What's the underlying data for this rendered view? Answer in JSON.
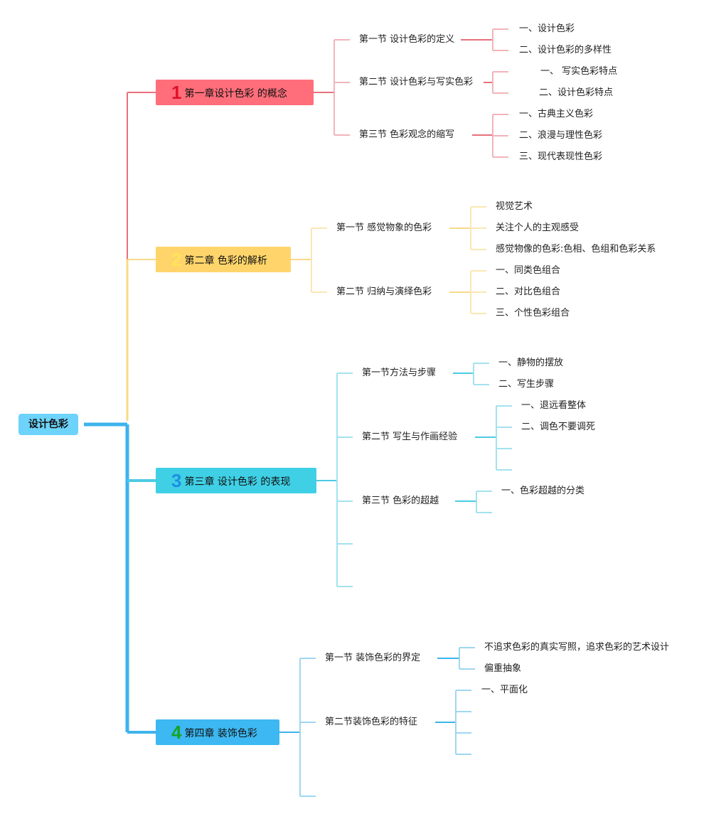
{
  "root": {
    "label": "设计色彩",
    "color": "#6dd3fb"
  },
  "chapters": [
    {
      "number": "1",
      "label": "第一章设计色彩 的概念",
      "box_color": "#ff6e7a",
      "number_color": "#e0102a",
      "line_color": "#e8707c",
      "sub_line_color": "#f3b3ba",
      "sections": [
        {
          "label": "第一节 设计色彩的定义",
          "items": [
            "一、设计色彩",
            "二、设计色彩的多样性"
          ]
        },
        {
          "label": "第二节 设计色彩与写实色彩",
          "items": [
            "一、 写实色彩特点",
            "二、设计色彩特点"
          ]
        },
        {
          "label": "第三节 色彩观念的缩写",
          "items": [
            "一、古典主义色彩",
            "二、浪漫与理性色彩",
            "三、现代表现性色彩"
          ]
        }
      ]
    },
    {
      "number": "2",
      "label": "第二章 色彩的解析",
      "box_color": "#ffd56b",
      "number_color": "#ffe45a",
      "line_color": "#f9d98a",
      "sub_line_color": "#fbe6b4",
      "sections": [
        {
          "label": "第一节 感觉物象的色彩",
          "items": [
            "视觉艺术",
            "关注个人的主观感受",
            "感觉物像的色彩:色相、色组和色彩关系"
          ]
        },
        {
          "label": "第二节 归纳与演绎色彩",
          "items": [
            "一、同类色组合",
            "二、对比色组合",
            "三、个性色彩组合"
          ]
        }
      ]
    },
    {
      "number": "3",
      "label": "第三章 设计色彩 的表现",
      "box_color": "#3fd0e6",
      "number_color": "#1e8fe0",
      "line_color": "#4ccbe3",
      "sub_line_color": "#a3e2ee",
      "sections": [
        {
          "label": "第一节方法与步骤",
          "items": [
            "一、静物的摆放",
            "二、写生步骤"
          ]
        },
        {
          "label": "第二节 写生与作画经验",
          "items": [
            "一、退远看整体",
            "二、调色不要调死",
            "",
            ""
          ]
        },
        {
          "label": "第三节 色彩的超越",
          "items": [
            "一、色彩超越的分类",
            ""
          ]
        },
        {
          "label": "",
          "items": []
        },
        {
          "label": "",
          "items": []
        }
      ]
    },
    {
      "number": "4",
      "label": "第四章 装饰色彩",
      "box_color": "#3db8f2",
      "number_color": "#17a326",
      "line_color": "#3db3ec",
      "sub_line_color": "#9fd6f2",
      "sections": [
        {
          "label": "第一节 装饰色彩的界定",
          "items": [
            "不追求色彩的真实写照，追求色彩的艺术设计",
            "偏重抽象"
          ]
        },
        {
          "label": "第二节装饰色彩的特征",
          "items": [
            "一、平面化",
            "",
            "",
            ""
          ]
        },
        {
          "label": "",
          "items": []
        }
      ]
    }
  ],
  "trunk_color": "#3db3ec"
}
